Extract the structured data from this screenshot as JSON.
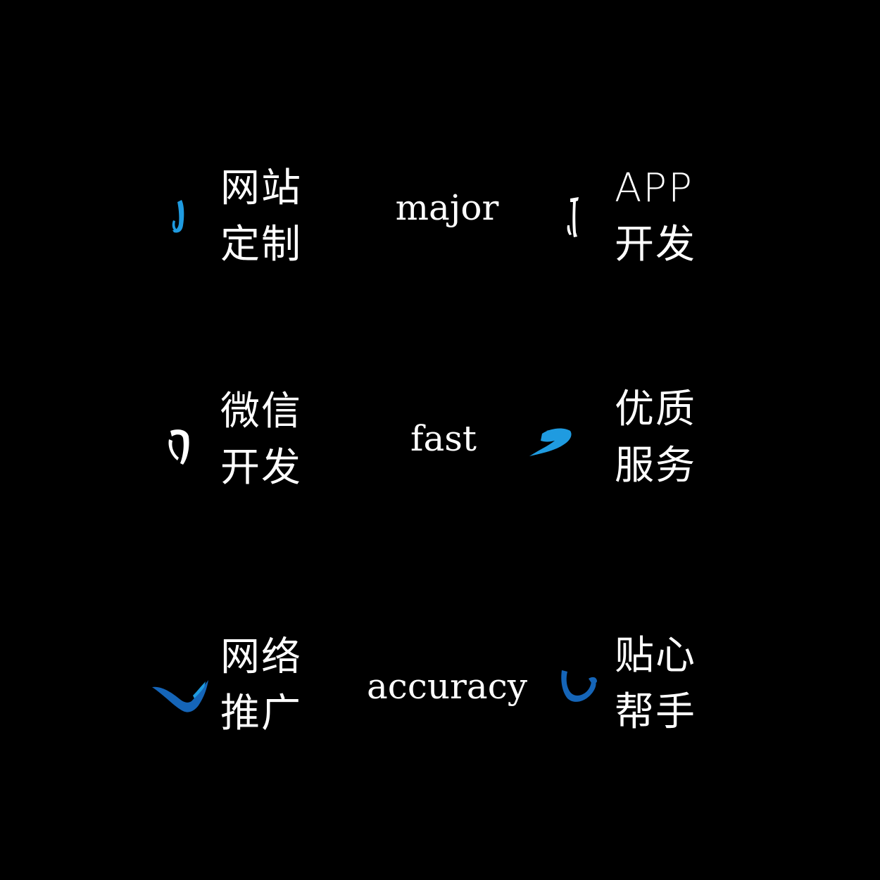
{
  "colors": {
    "background": "#000000",
    "text": "#ffffff",
    "accent_light": "#1f9be0",
    "accent_dark": "#1565b8"
  },
  "services": [
    {
      "line1": "网站",
      "line2": "定制",
      "brush": "brush-hook-icon"
    },
    {
      "line1": "APP",
      "line2": "开发",
      "brush": "brush-vertical-icon"
    },
    {
      "line1": "微信",
      "line2": "开发",
      "brush": "brush-curl-icon"
    },
    {
      "line1": "优质",
      "line2": "服务",
      "brush": "brush-dash-icon"
    },
    {
      "line1": "网络",
      "line2": "推广",
      "brush": "brush-check-icon"
    },
    {
      "line1": "贴心",
      "line2": "帮手",
      "brush": "brush-cup-icon"
    }
  ],
  "keywords": [
    "major",
    "fast",
    "accuracy"
  ]
}
